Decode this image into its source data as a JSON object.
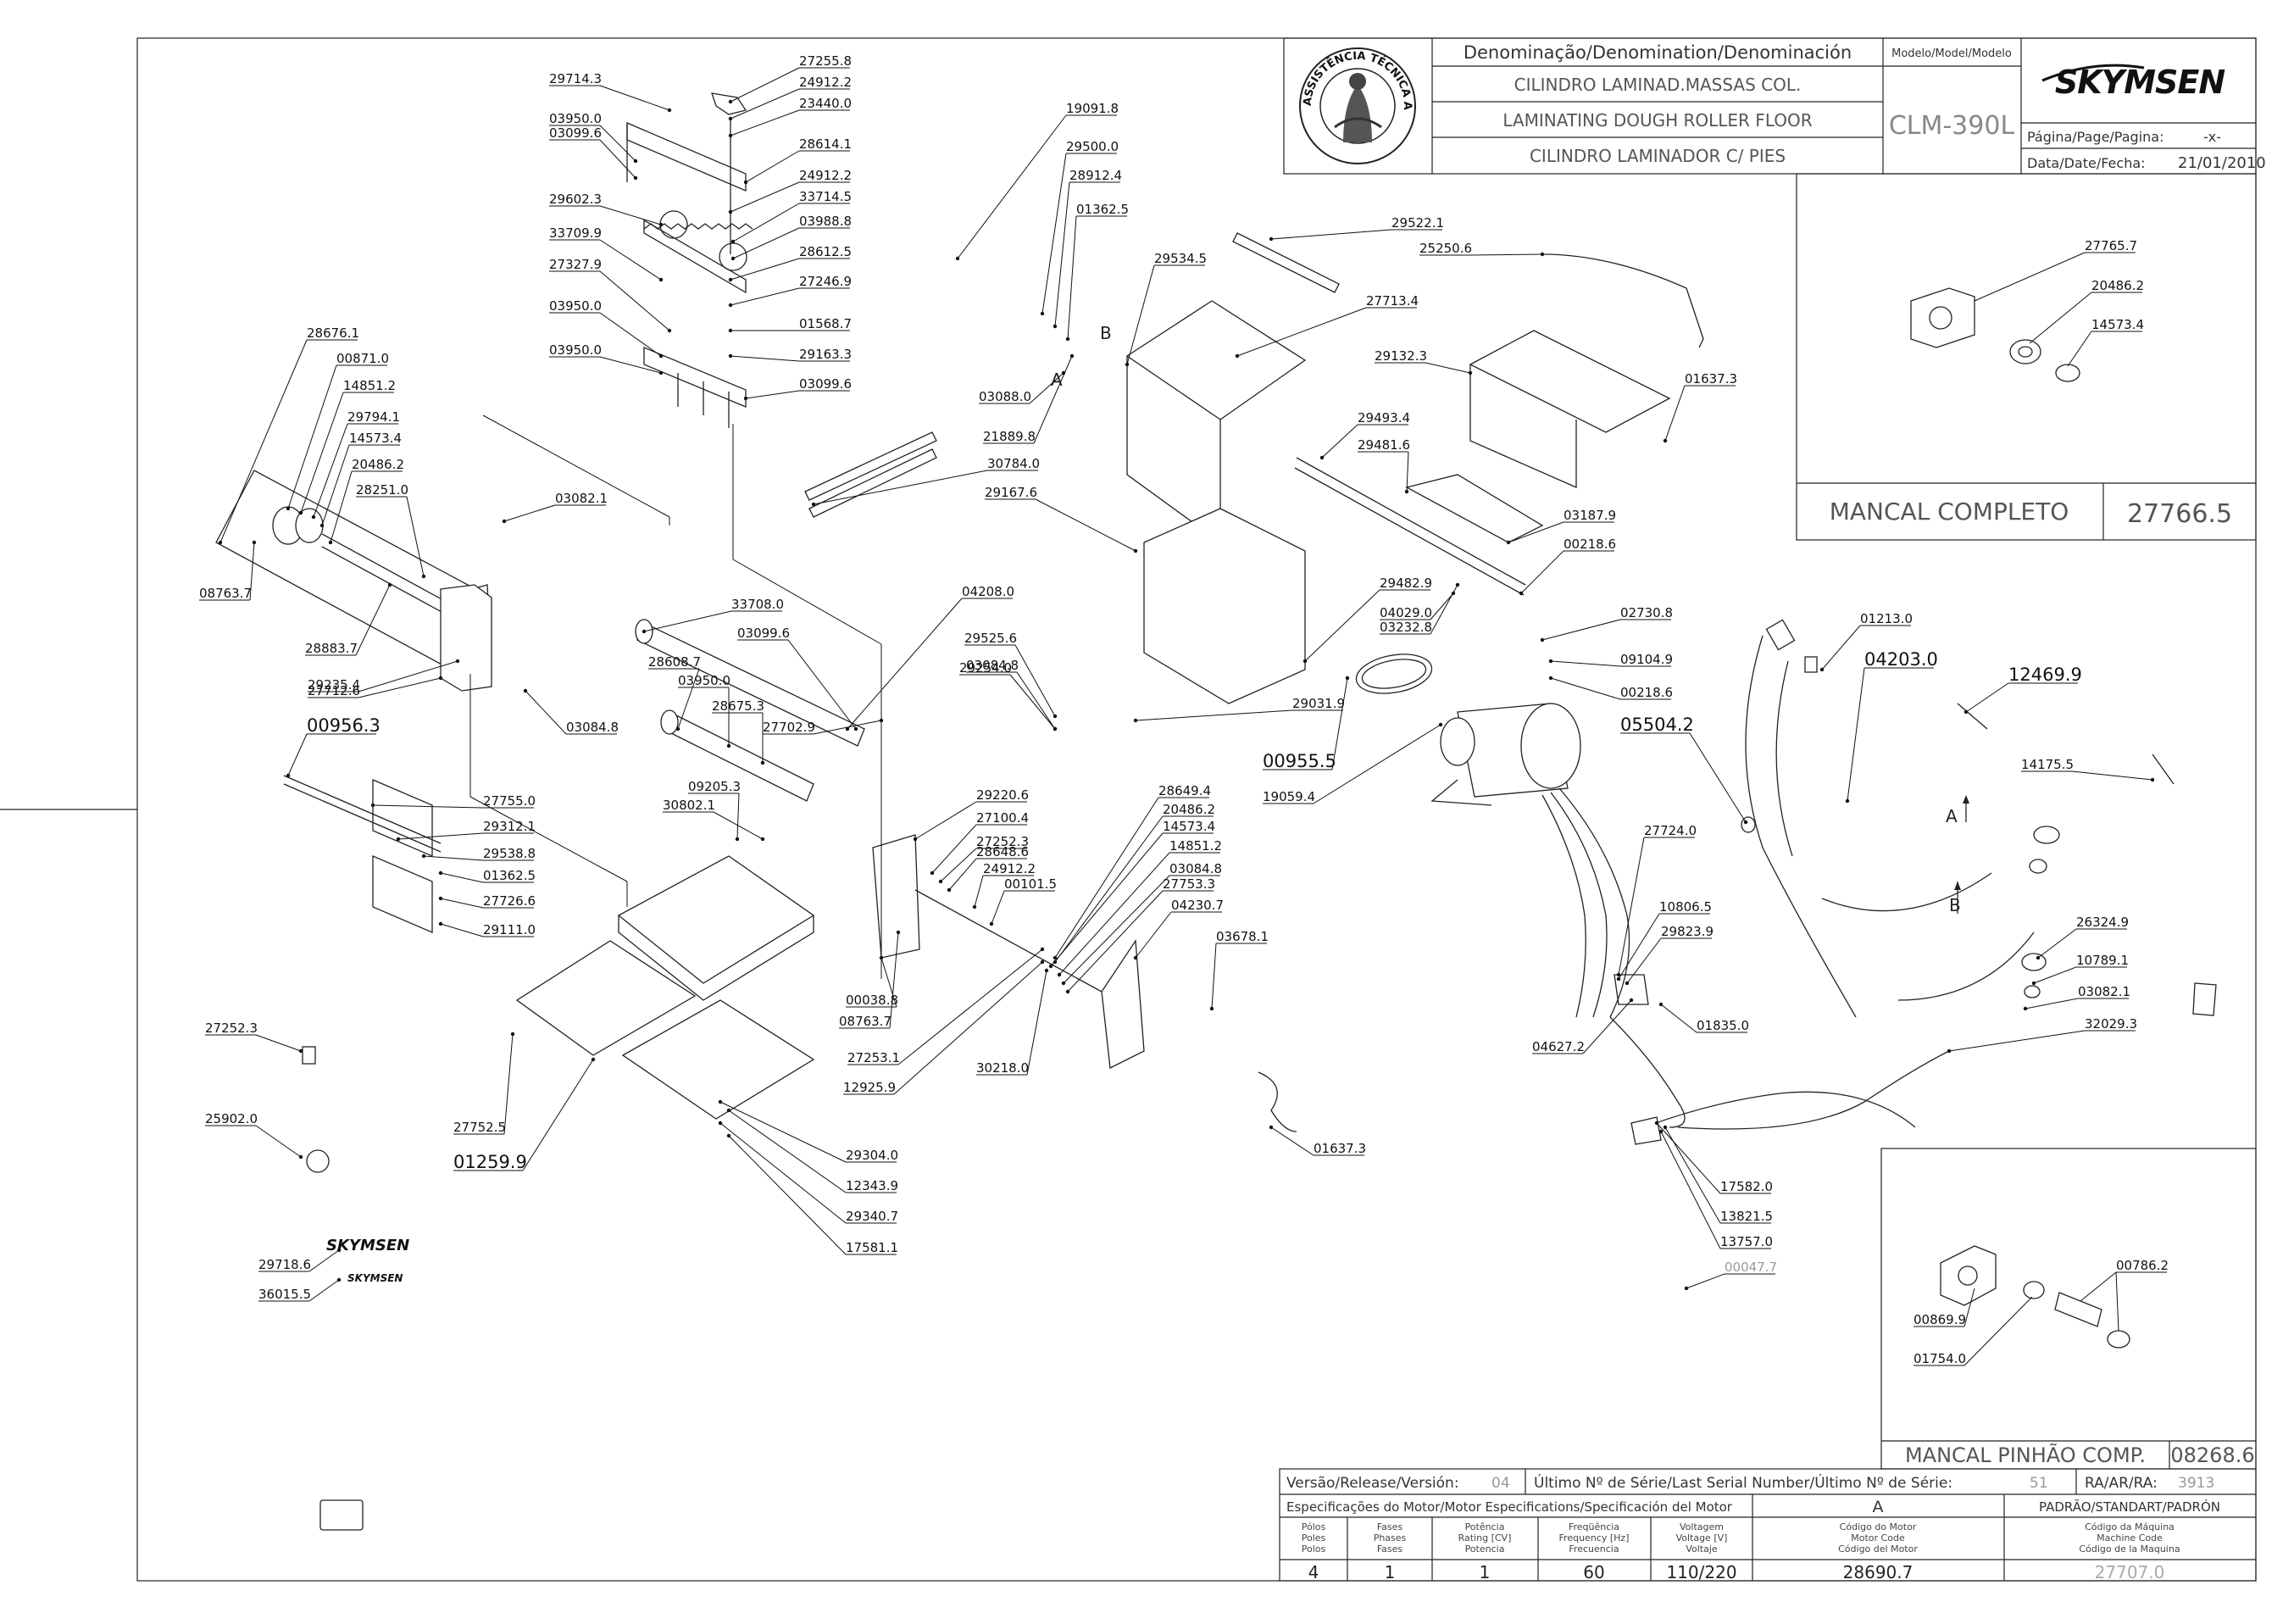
{
  "title_block": {
    "denomination_header": "Denominação/Denomination/Denominación",
    "name_pt": "CILINDRO LAMINAD.MASSAS COL.",
    "name_en": "LAMINATING DOUGH ROLLER FLOOR",
    "name_es": "CILINDRO LAMINADOR C/ PIES",
    "model_header": "Modelo/Model/Modelo",
    "model": "CLM-390L",
    "brand": "SKYMSEN",
    "page_label": "Página/Page/Pagina:",
    "page_value": "-x-",
    "date_label": "Data/Date/Fecha:",
    "date_value": "21/01/2010",
    "seal_text": "ASSISTÊNCIA TÉCNICA AUTORIZADA"
  },
  "insets": {
    "mancal_completo": {
      "title": "MANCAL COMPLETO",
      "code": "27766.5",
      "parts": [
        "27765.7",
        "20486.2",
        "14573.4"
      ]
    },
    "mancal_pinhao": {
      "title": "MANCAL PINHÃO COMP.",
      "code": "08268.6",
      "parts": [
        "00786.2",
        "00869.9",
        "01754.0"
      ]
    }
  },
  "footer": {
    "version_label": "Versão/Release/Versión:",
    "version_value": "04",
    "serial_label": "Último Nº de Série/Last Serial Number/Último Nº de Série:",
    "serial_value": "51",
    "ra_label": "RA/AR/RA:",
    "ra_value": "3913",
    "motor_spec_label": "Especificações do Motor/Motor Especifications/Specificación del Motor",
    "motor_variant": "A",
    "standard_label": "PADRÃO/STANDART/PADRÓN",
    "cols": [
      {
        "h1": "Pólos",
        "h2": "Poles",
        "h3": "Polos",
        "value": "4"
      },
      {
        "h1": "Fases",
        "h2": "Phases",
        "h3": "Fases",
        "value": "1"
      },
      {
        "h1": "Potência",
        "h2": "Rating [CV]",
        "h3": "Potencia",
        "value": "1"
      },
      {
        "h1": "Freqüência",
        "h2": "Frequency [Hz]",
        "h3": "Frecuencia",
        "value": "60"
      },
      {
        "h1": "Voltagem",
        "h2": "Voltage [V]",
        "h3": "Voltaje",
        "value": "110/220"
      },
      {
        "h1": "Código do Motor",
        "h2": "Motor Code",
        "h3": "Código del Motor",
        "value": "28690.7"
      },
      {
        "h1": "Código da Máquina",
        "h2": "Machine Code",
        "h3": "Código de la Maquina",
        "value": "27707.0"
      }
    ]
  },
  "annotations": {
    "A": "A",
    "B": "B"
  },
  "parts": [
    "29714.3",
    "27255.8",
    "24912.2",
    "23440.0",
    "03950.0",
    "03099.6",
    "28614.1",
    "24912.2",
    "33714.5",
    "29602.3",
    "03988.8",
    "33709.9",
    "28612.5",
    "27327.9",
    "27246.9",
    "03950.0",
    "01568.7",
    "29163.3",
    "03950.0",
    "03099.6",
    "19091.8",
    "29500.0",
    "28912.4",
    "01362.5",
    "29534.5",
    "29522.1",
    "25250.6",
    "27713.4",
    "29132.3",
    "03088.0",
    "21889.8",
    "01637.3",
    "29493.4",
    "29481.6",
    "30784.0",
    "29167.6",
    "03187.9",
    "00218.6",
    "28676.1",
    "00871.0",
    "14851.2",
    "29794.1",
    "14573.4",
    "20486.2",
    "28251.0",
    "03082.1",
    "08763.7",
    "28883.7",
    "29235.4",
    "33708.0",
    "04208.0",
    "03099.6",
    "29525.6",
    "03084.8",
    "29482.9",
    "04029.0",
    "03232.8",
    "28608.7",
    "03950.0",
    "29254.0",
    "28675.3",
    "27702.9",
    "27712.6",
    "03084.8",
    "29031.9",
    "00956.3",
    "00955.5",
    "19059.4",
    "02730.8",
    "09104.9",
    "00218.6",
    "05504.2",
    "01213.0",
    "04203.0",
    "12469.9",
    "14175.5",
    "27755.0",
    "29312.1",
    "29538.8",
    "09205.3",
    "30802.1",
    "29220.6",
    "27100.4",
    "27252.3",
    "28649.4",
    "20486.2",
    "14573.4",
    "28648.6",
    "24912.2",
    "14851.2",
    "00101.5",
    "03084.8",
    "27753.3",
    "04230.7",
    "03678.1",
    "27724.0",
    "01362.5",
    "27726.6",
    "29111.0",
    "10806.5",
    "29823.9",
    "26324.9",
    "10789.1",
    "03082.1",
    "01835.0",
    "32029.3",
    "27252.3",
    "25902.0",
    "00038.8",
    "08763.7",
    "27253.1",
    "12925.9",
    "30218.0",
    "04627.2",
    "27752.5",
    "01259.9",
    "01637.3",
    "29304.0",
    "12343.9",
    "29340.7",
    "17581.1",
    "17582.0",
    "13821.5",
    "13757.0",
    "00047.7",
    "29718.6",
    "36015.5"
  ]
}
